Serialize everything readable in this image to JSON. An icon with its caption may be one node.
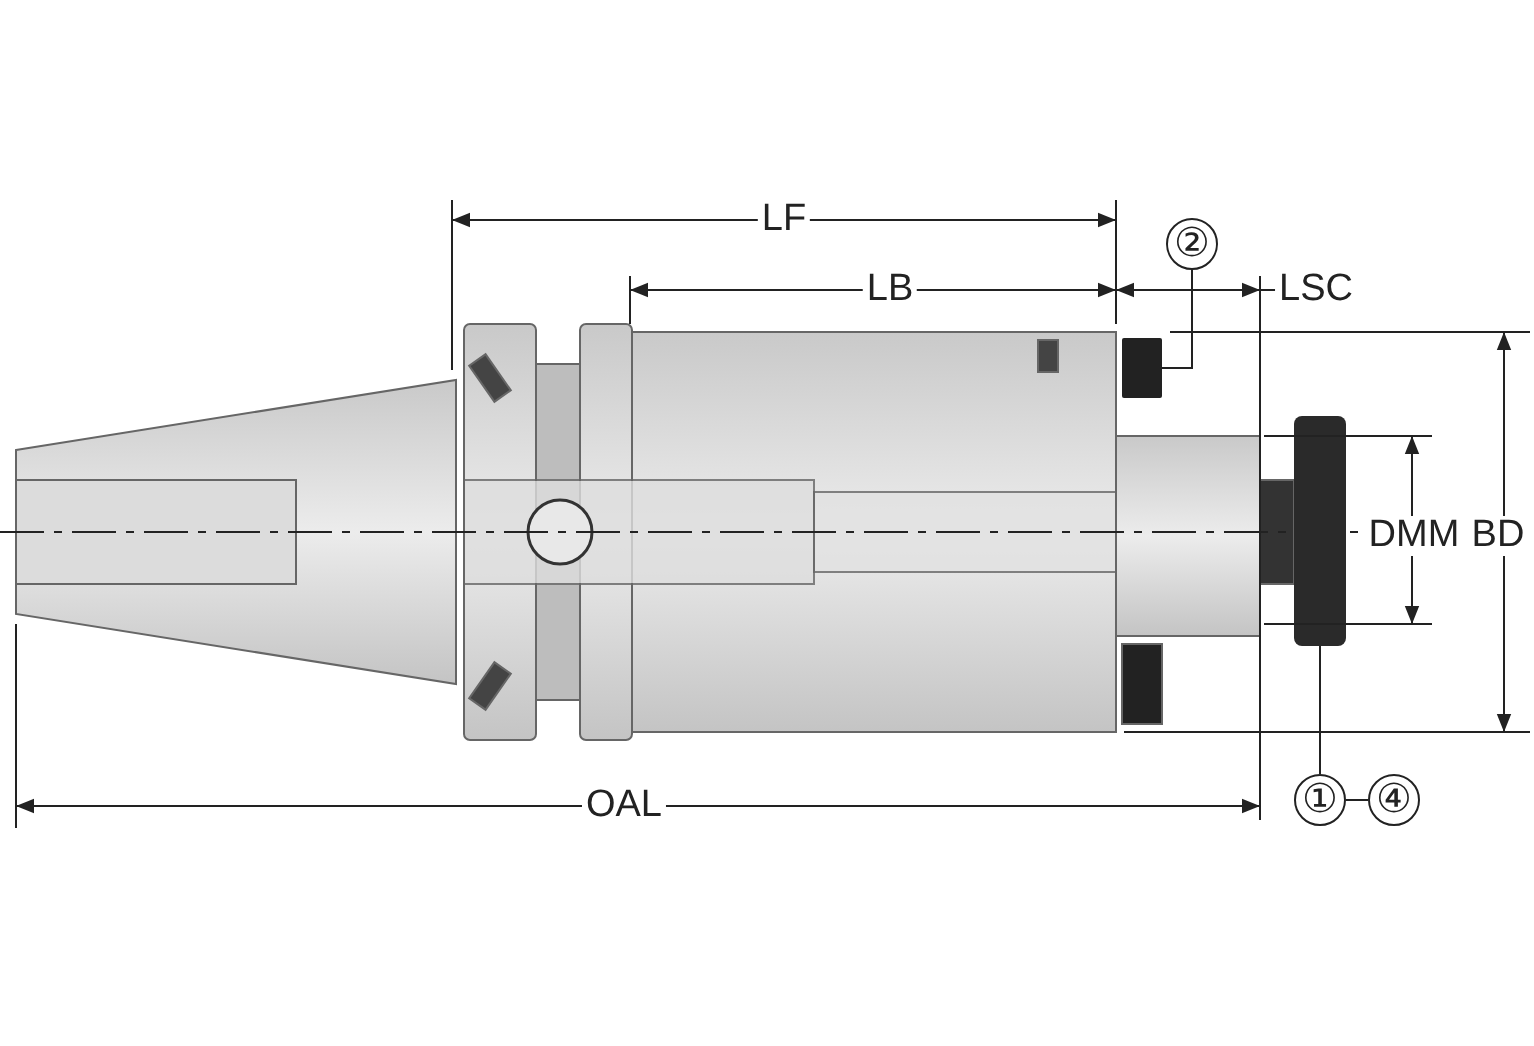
{
  "diagram": {
    "nodes": [
      {
        "text": [
          "②"
        ]
      },
      {
        "text": [],
        "shape": "box"
      },
      {
        "text": [
          "①"
        ]
      },
      {
        "text": [
          "④"
        ]
      },
      {
        "text": [],
        "shape": "picture"
      }
    ],
    "edges": [
      {
        "from": 0,
        "to": 1,
        "arrow": "none"
      },
      {
        "from": 2,
        "to": 4,
        "arrow": "none"
      },
      {
        "from": 2,
        "to": 3,
        "arrow": "none"
      }
    ],
    "labels": [
      "LF",
      "LB",
      "LSC",
      "DMM",
      "BD",
      "OAL"
    ]
  }
}
